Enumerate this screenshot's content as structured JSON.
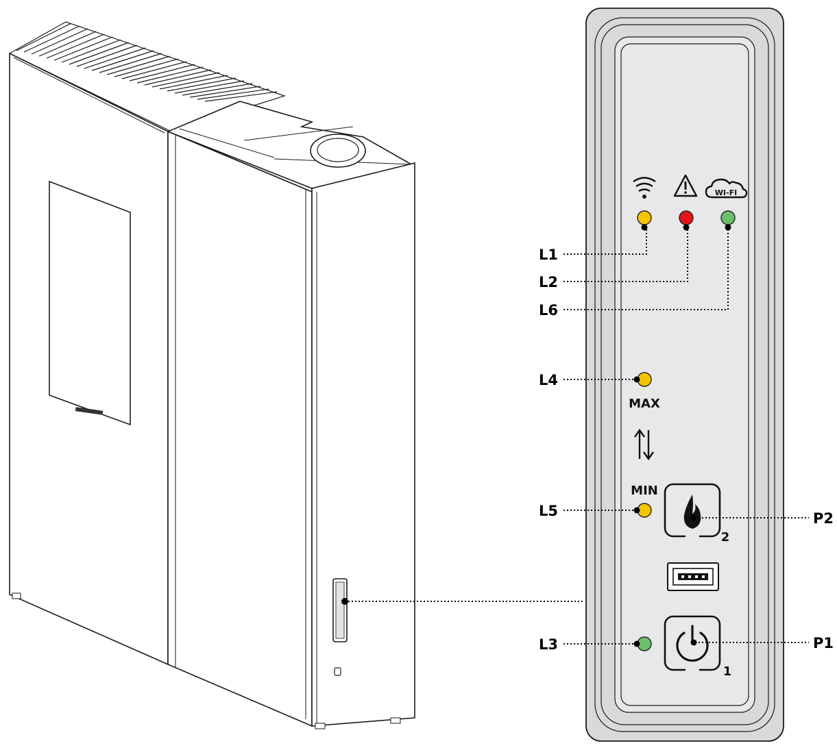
{
  "callouts": {
    "L1": "L1",
    "L2": "L2",
    "L6": "L6",
    "L4": "L4",
    "L5": "L5",
    "L3": "L3",
    "P2": "P2",
    "P1": "P1"
  },
  "panel_text": {
    "max": "MAX",
    "min": "MIN",
    "button_2": "2",
    "button_1": "1",
    "wifi_badge": "WI-FI"
  },
  "led_colors": {
    "L1": "#f5c400",
    "L2": "#e3141b",
    "L6": "#6cc06c",
    "L4": "#f5c400",
    "L5": "#f5c400",
    "L3": "#6cc06c"
  },
  "icons": {
    "L1": "wifi-signal-icon",
    "L2": "warning-triangle-icon",
    "L6": "wifi-cloud-icon",
    "range": "up-down-arrows-icon",
    "P2": "flame-icon",
    "P1": "power-icon",
    "usb": "usb-port-icon"
  }
}
